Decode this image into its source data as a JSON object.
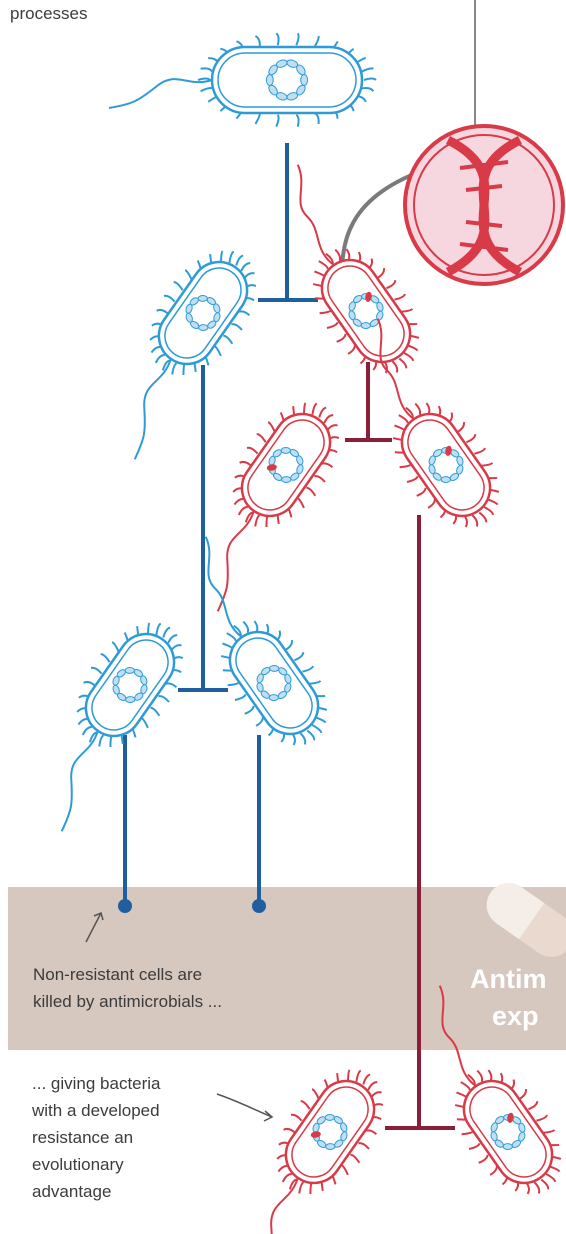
{
  "top_label": "processes",
  "band": {
    "note_line1": "Non-resistant cells are",
    "note_line2": "killed by antimicrobials ...",
    "title_line1": "Antim",
    "title_line2": "exp"
  },
  "advantage_note": {
    "line1": "... giving bacteria",
    "line2": "with a developed",
    "line3": "resistance an",
    "line4": "evolutionary",
    "line5": "advantage"
  },
  "colors": {
    "blue": "#2f9bd6",
    "blue_line": "#1f5fa0",
    "red": "#d83a48",
    "red_line": "#8a1f3a",
    "band": "#d6c7bf",
    "zoom_fill": "#f7d7df"
  },
  "icons": [
    "bacterium-non-resistant-icon",
    "bacterium-resistant-icon",
    "dna-zoom-icon",
    "capsule-icon",
    "curved-arrow-icon"
  ]
}
